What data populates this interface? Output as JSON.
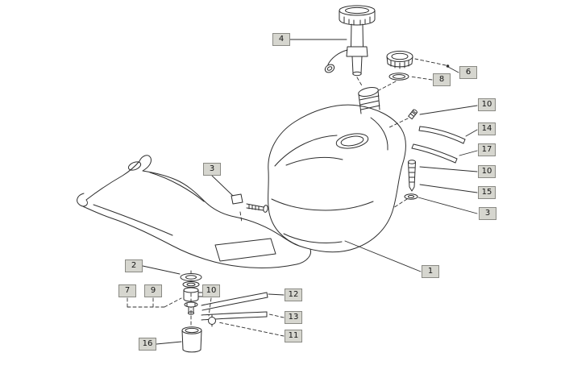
{
  "colors": {
    "background": "#ffffff",
    "line": "#2e2e2e",
    "callout_bg": "#d6d6cf",
    "callout_border": "#8a8a84",
    "callout_text": "#141414"
  },
  "callouts": [
    {
      "num": "4"
    },
    {
      "num": "6"
    },
    {
      "num": "8"
    },
    {
      "num": "10"
    },
    {
      "num": "14"
    },
    {
      "num": "17"
    },
    {
      "num": "10"
    },
    {
      "num": "15"
    },
    {
      "num": "3"
    },
    {
      "num": "3"
    },
    {
      "num": "1"
    },
    {
      "num": "2"
    },
    {
      "num": "7"
    },
    {
      "num": "9"
    },
    {
      "num": "10"
    },
    {
      "num": "12"
    },
    {
      "num": "13"
    },
    {
      "num": "11"
    },
    {
      "num": "16"
    }
  ]
}
